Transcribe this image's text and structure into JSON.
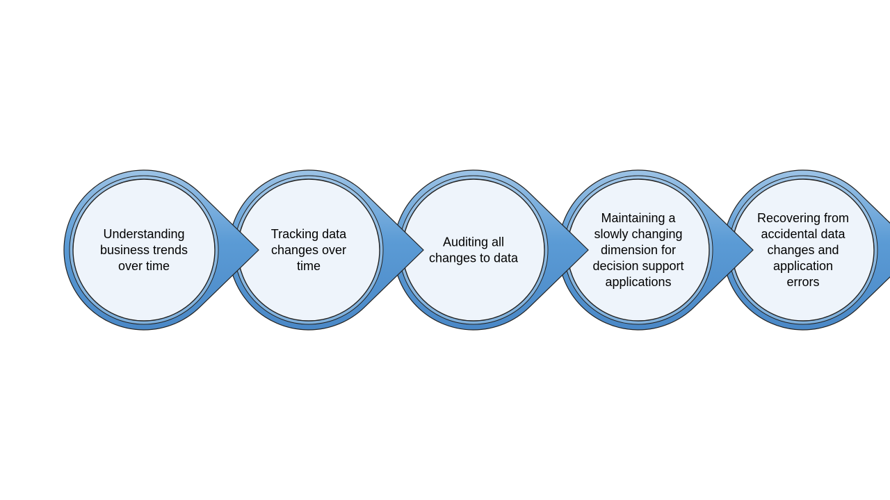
{
  "diagram": {
    "type": "process-chevron-circles",
    "colors": {
      "arrow_fill": "#5b9bd5",
      "arrow_fill_light": "#9cc3e6",
      "ring_fill": "#7fb0dc",
      "ring_outline": "#222222",
      "circle_fill": "#eef4fb",
      "text": "#000000"
    },
    "steps": [
      {
        "id": "understanding-business-trends",
        "lines": [
          "Understanding",
          "business trends",
          "over time"
        ]
      },
      {
        "id": "tracking-data-changes",
        "lines": [
          "Tracking data",
          "changes over",
          "time"
        ]
      },
      {
        "id": "auditing-all-changes",
        "lines": [
          "Auditing all",
          "changes to data"
        ]
      },
      {
        "id": "maintaining-slowly-changing-dimension",
        "lines": [
          "Maintaining a",
          "slowly changing",
          "dimension for",
          "decision support",
          "applications"
        ]
      },
      {
        "id": "recovering-from-accidental-changes",
        "lines": [
          "Recovering from",
          "accidental data",
          "changes and",
          "application",
          "errors"
        ]
      }
    ]
  }
}
